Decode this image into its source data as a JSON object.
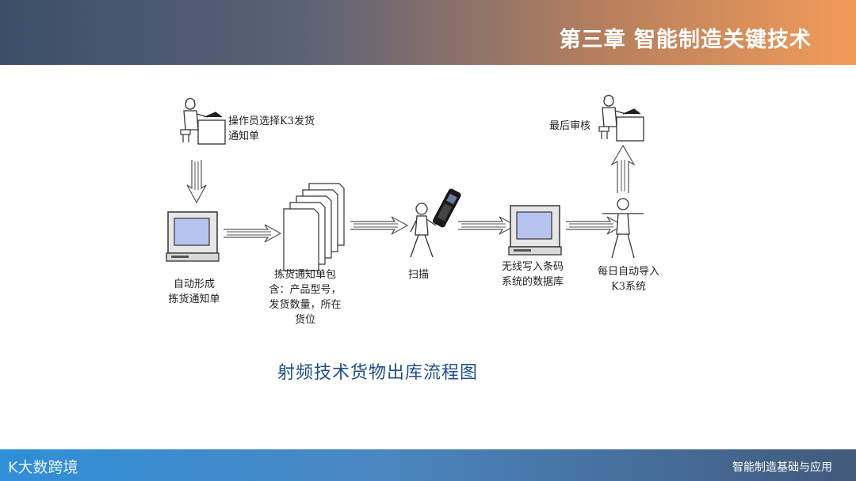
{
  "header": {
    "title": "第三章 智能制造关键技术"
  },
  "diagram": {
    "labels": {
      "operator": "操作员选择K3发货\n通知单",
      "auto_form": "自动形成\n拣货通知单",
      "pick_list": "拣货通知单包\n含：产品型号，\n发货数量，所在\n货位",
      "scan": "扫描",
      "wireless": "无线写入条码\n系统的数据库",
      "daily_import": "每日自动导入\nK3系统",
      "final_review": "最后审核"
    },
    "caption": "射频技术货物出库流程图"
  },
  "footer": {
    "brand": "大数跨境",
    "brand_prefix": "K",
    "text": "智能制造基础与应用"
  }
}
